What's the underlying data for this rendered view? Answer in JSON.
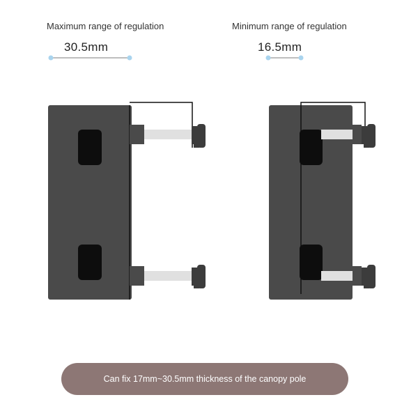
{
  "left_panel": {
    "title": "Maximum range of regulation",
    "measurement": "30.5mm"
  },
  "right_panel": {
    "title": "Minimum range of regulation",
    "measurement": "16.5mm"
  },
  "caption": "Can fix 17mm~30.5mm thickness of the canopy pole",
  "colors": {
    "clamp_body": "#4a4a4a",
    "slot": "#0d0d0d",
    "bolt": "#e0e0e0",
    "knob": "#3c3c3c",
    "dimension_dot": "#a9d4ee",
    "caption_background": "#8d7775"
  }
}
